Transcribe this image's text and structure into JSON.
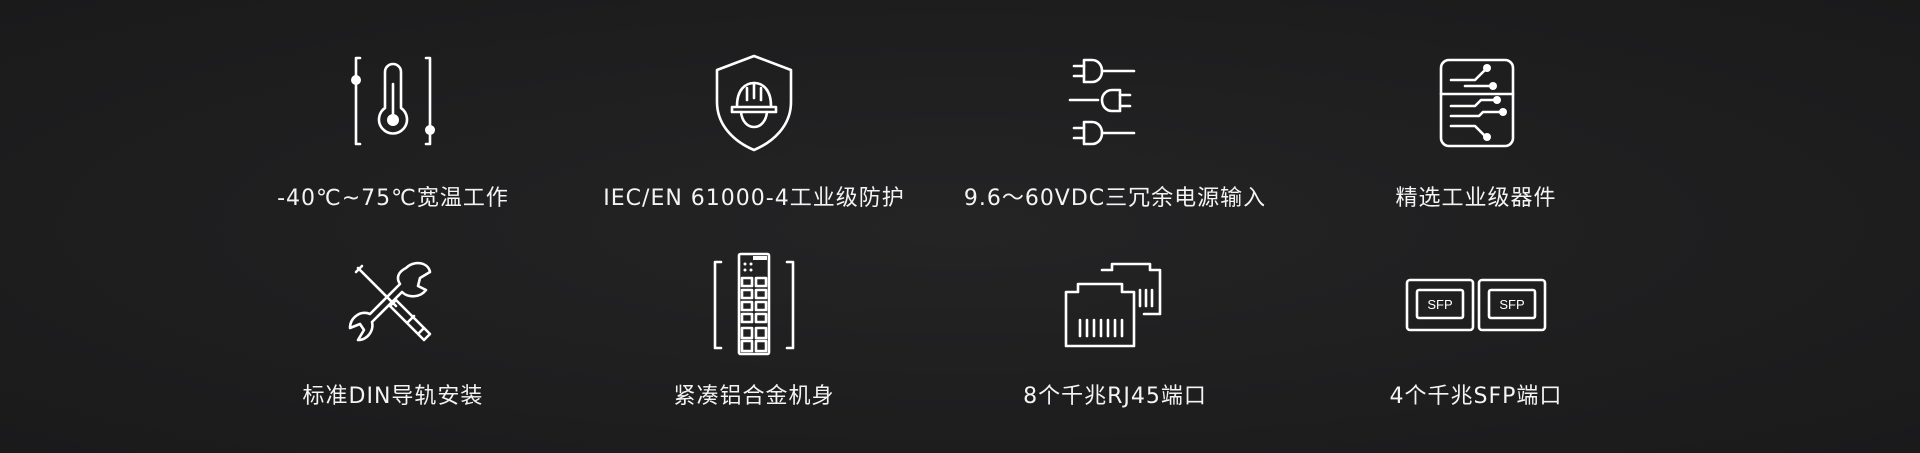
{
  "features": [
    {
      "label": "-40℃~75℃宽温工作",
      "icon": "thermometer-icon"
    },
    {
      "label": "IEC/EN 61000-4工业级防护",
      "icon": "shield-helmet-icon"
    },
    {
      "label": "9.6～60VDC三冗余电源输入",
      "icon": "power-plug-icon"
    },
    {
      "label": "精选工业级器件",
      "icon": "circuit-chip-icon"
    },
    {
      "label": "标准DIN导轨安装",
      "icon": "tools-icon"
    },
    {
      "label": "紧凑铝合金机身",
      "icon": "device-chassis-icon"
    },
    {
      "label": "8个千兆RJ45端口",
      "icon": "rj45-port-icon"
    },
    {
      "label": "4个千兆SFP端口",
      "icon": "sfp-port-icon",
      "sfp_text": "SFP"
    }
  ]
}
